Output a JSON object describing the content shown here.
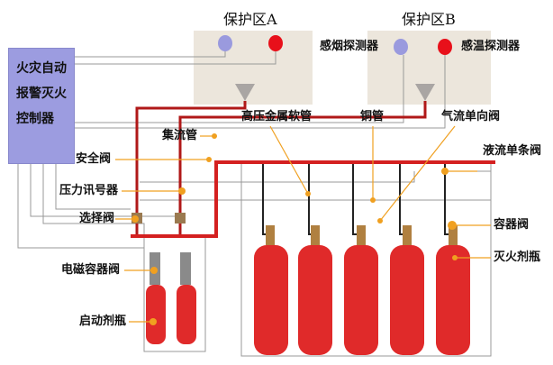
{
  "zones": [
    {
      "title": "保护区A"
    },
    {
      "title": "保护区B"
    }
  ],
  "controller": {
    "lines": [
      "火灾自动",
      "报警灭火",
      "控制器"
    ]
  },
  "labels": {
    "smoke_detector": "感烟探测器",
    "heat_detector": "感温探测器",
    "manifold": "集流管",
    "safety_valve": "安全阀",
    "pressure_switch": "压力讯号器",
    "selector_valve": "选择阀",
    "solenoid_valve": "电磁容器阀",
    "pilot_cylinder": "启动剂瓶",
    "hose": "高压金属软管",
    "copper_pipe": "铜管",
    "gas_check_valve": "气流单向阀",
    "liquid_check_valve": "液流单条阀",
    "container_valve": "容器阀",
    "agent_cylinder": "灭火剂瓶"
  },
  "colors": {
    "pipe": "#d42020",
    "cylinder": "#e02a2a",
    "callout": "#f0a020",
    "zone": "#ece6dc",
    "smoke": "#9a9ade",
    "heat": "#e8101a",
    "controller": "#9c9ce0"
  }
}
